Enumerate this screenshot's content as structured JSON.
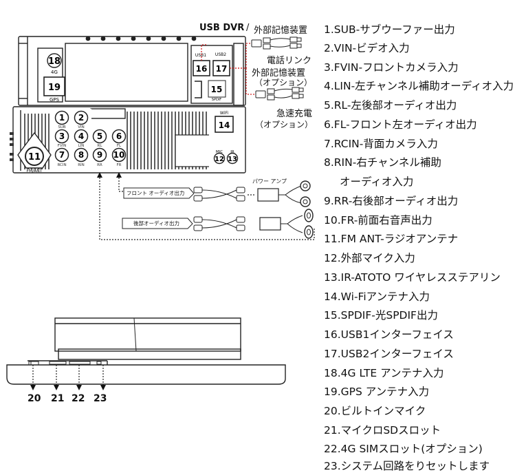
{
  "header": {
    "usb_dvr": "USB DVR",
    "slash": "/",
    "ext_storage": "外部記憶装置"
  },
  "callouts": {
    "phone_link": "電話リンク",
    "ext_storage_2": "外部記憶装置",
    "option_1": "（オプション）",
    "fast_charge": "急速充電",
    "option_2": "（オプション）",
    "front_audio": "フロント オーディオ出力",
    "rear_audio": "後部オーディオ出力",
    "power_amp": "パワー アンプ"
  },
  "unit_labels": {
    "4g": "4G",
    "gps": "GPS",
    "usb1": "USB1",
    "usb2": "USB2",
    "spdif": "SPDIF",
    "wifi": "WiFi",
    "sub": "SUB",
    "vin": "VIN",
    "fvin": "FVIN",
    "lin": "LIN",
    "rl": "RL",
    "fl": "FL",
    "rcin": "RCIN",
    "rin": "RIN",
    "rr": "RR",
    "fr": "FR",
    "fm_ant": "FM/ANT",
    "mic": "MIC",
    "ir": "IR"
  },
  "connectors": [
    "1",
    "2",
    "3",
    "4",
    "5",
    "6",
    "7",
    "8",
    "9",
    "10",
    "11",
    "12",
    "13",
    "14",
    "15",
    "16",
    "17",
    "18",
    "19"
  ],
  "bottom_numbers": [
    "20",
    "21",
    "22",
    "23"
  ],
  "legend": [
    "1.SUB-サブウーファー出力",
    "2.VIN-ビデオ入力",
    "3.FVIN-フロントカメラ入力",
    "4.LIN-左チャンネル補助オーディオ入力",
    "5.RL-左後部オーディオ出力",
    "6.FL-フロント左オーディオ出力",
    "7.RCIN-背面カメラ入力",
    "8.RIN-右チャンネル補助",
    "オーディオ入力",
    "9.RR-右後部オーディオ出力",
    "10.FR-前面右音声出力",
    "11.FM ANT-ラジオアンテナ",
    "12.外部マイク入力",
    "13.IR-ATOTO ワイヤレスステアリン",
    "14.Wi-Fiアンテナ入力",
    "15.SPDIF-光SPDIF出力",
    "16.USB1インターフェイス",
    "17.USB2インターフェイス",
    "18.4G LTE アンテナ入力",
    "19.GPS アンテナ入力",
    "20.ビルトインマイク",
    "21.マイクロSDスロット",
    "22.4G SIMスロット(オプション)",
    "23.システム回路をりセットします"
  ]
}
